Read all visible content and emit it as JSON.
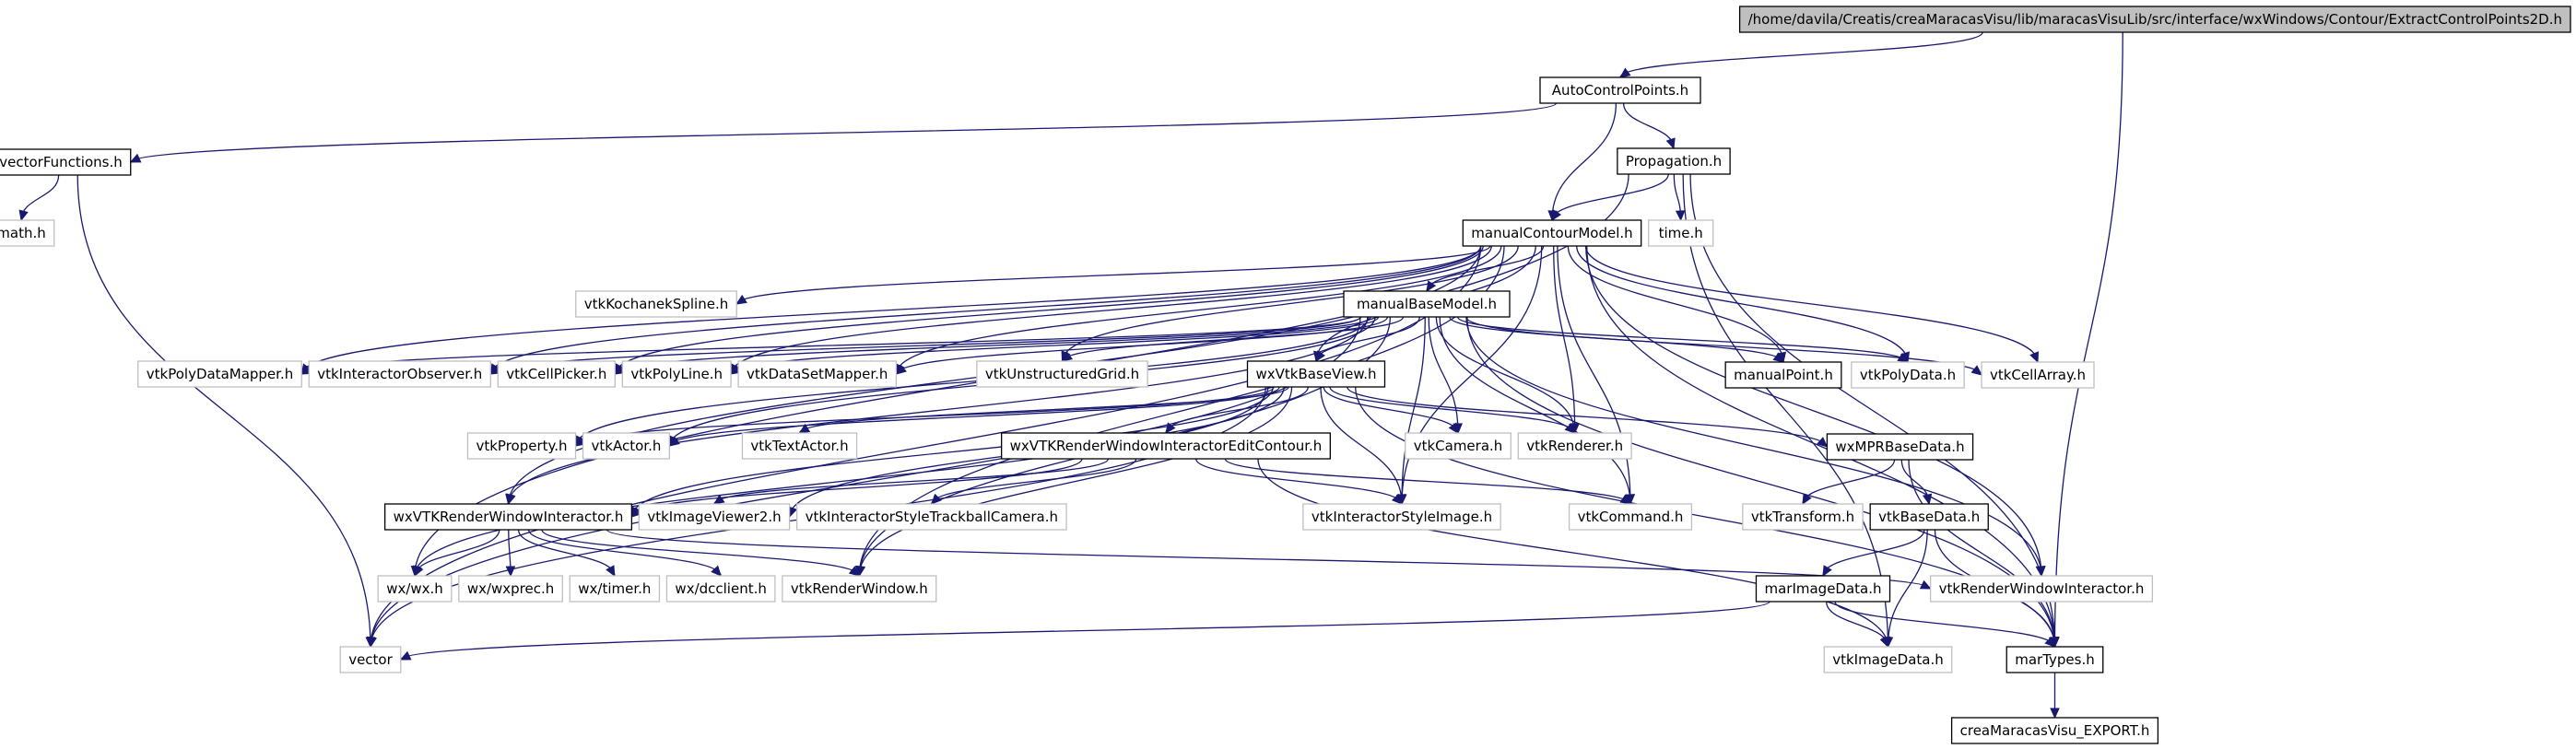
{
  "graph": {
    "title": "/home/davila/Creatis/creaMaracasVisu/lib/maracasVisuLib/src/interface/wxWindows/Contour/ExtractControlPoints2D.h",
    "edge_color": "#191970",
    "root_fill": "#bfbfbf",
    "external_border": "#bfbfbf",
    "nodes": [
      {
        "id": "root",
        "label": "/home/davila/Creatis/creaMaracasVisu/lib/maracasVisuLib/src/interface/wxWindows/Contour/ExtractControlPoints2D.h",
        "kind": "root"
      },
      {
        "id": "AutoControlPoints",
        "label": "AutoControlPoints.h",
        "kind": "local"
      },
      {
        "id": "vectorFunctions",
        "label": "vectorFunctions.h",
        "kind": "local"
      },
      {
        "id": "math",
        "label": "math.h",
        "kind": "external"
      },
      {
        "id": "Propagation",
        "label": "Propagation.h",
        "kind": "local"
      },
      {
        "id": "manualContourModel",
        "label": "manualContourModel.h",
        "kind": "local"
      },
      {
        "id": "time",
        "label": "time.h",
        "kind": "external"
      },
      {
        "id": "vtkKochanekSpline",
        "label": "vtkKochanekSpline.h",
        "kind": "external"
      },
      {
        "id": "manualBaseModel",
        "label": "manualBaseModel.h",
        "kind": "local"
      },
      {
        "id": "vtkPolyDataMapper",
        "label": "vtkPolyDataMapper.h",
        "kind": "external"
      },
      {
        "id": "vtkInteractorObserver",
        "label": "vtkInteractorObserver.h",
        "kind": "external"
      },
      {
        "id": "vtkCellPicker",
        "label": "vtkCellPicker.h",
        "kind": "external"
      },
      {
        "id": "vtkPolyLine",
        "label": "vtkPolyLine.h",
        "kind": "external"
      },
      {
        "id": "vtkDataSetMapper",
        "label": "vtkDataSetMapper.h",
        "kind": "external"
      },
      {
        "id": "vtkUnstructuredGrid",
        "label": "vtkUnstructuredGrid.h",
        "kind": "external"
      },
      {
        "id": "wxVtkBaseView",
        "label": "wxVtkBaseView.h",
        "kind": "local"
      },
      {
        "id": "manualPoint",
        "label": "manualPoint.h",
        "kind": "local"
      },
      {
        "id": "vtkPolyData",
        "label": "vtkPolyData.h",
        "kind": "external"
      },
      {
        "id": "vtkCellArray",
        "label": "vtkCellArray.h",
        "kind": "external"
      },
      {
        "id": "vtkProperty",
        "label": "vtkProperty.h",
        "kind": "external"
      },
      {
        "id": "vtkActor",
        "label": "vtkActor.h",
        "kind": "external"
      },
      {
        "id": "vtkTextActor",
        "label": "vtkTextActor.h",
        "kind": "external"
      },
      {
        "id": "wxVTKRWIEditContour",
        "label": "wxVTKRenderWindowInteractorEditContour.h",
        "kind": "local"
      },
      {
        "id": "vtkCamera",
        "label": "vtkCamera.h",
        "kind": "external"
      },
      {
        "id": "vtkRenderer",
        "label": "vtkRenderer.h",
        "kind": "external"
      },
      {
        "id": "wxMPRBaseData",
        "label": "wxMPRBaseData.h",
        "kind": "local"
      },
      {
        "id": "wxVTKRWI",
        "label": "wxVTKRenderWindowInteractor.h",
        "kind": "local"
      },
      {
        "id": "vtkImageViewer2",
        "label": "vtkImageViewer2.h",
        "kind": "external"
      },
      {
        "id": "vtkISTrackballCamera",
        "label": "vtkInteractorStyleTrackballCamera.h",
        "kind": "external"
      },
      {
        "id": "vtkISImage",
        "label": "vtkInteractorStyleImage.h",
        "kind": "external"
      },
      {
        "id": "vtkCommand",
        "label": "vtkCommand.h",
        "kind": "external"
      },
      {
        "id": "vtkTransform",
        "label": "vtkTransform.h",
        "kind": "external"
      },
      {
        "id": "vtkBaseData",
        "label": "vtkBaseData.h",
        "kind": "local"
      },
      {
        "id": "wxwx",
        "label": "wx/wx.h",
        "kind": "external"
      },
      {
        "id": "wxwxprec",
        "label": "wx/wxprec.h",
        "kind": "external"
      },
      {
        "id": "wxtimer",
        "label": "wx/timer.h",
        "kind": "external"
      },
      {
        "id": "wxdcclient",
        "label": "wx/dcclient.h",
        "kind": "external"
      },
      {
        "id": "vtkRenderWindow",
        "label": "vtkRenderWindow.h",
        "kind": "external"
      },
      {
        "id": "marImageData",
        "label": "marImageData.h",
        "kind": "local"
      },
      {
        "id": "vtkRWI",
        "label": "vtkRenderWindowInteractor.h",
        "kind": "external"
      },
      {
        "id": "vector",
        "label": "vector",
        "kind": "external"
      },
      {
        "id": "vtkImageData",
        "label": "vtkImageData.h",
        "kind": "external"
      },
      {
        "id": "marTypes",
        "label": "marTypes.h",
        "kind": "local"
      },
      {
        "id": "creaExport",
        "label": "creaMaracasVisu_EXPORT.h",
        "kind": "local"
      }
    ],
    "edges": [
      [
        "root",
        "AutoControlPoints"
      ],
      [
        "root",
        "marTypes"
      ],
      [
        "AutoControlPoints",
        "vectorFunctions"
      ],
      [
        "AutoControlPoints",
        "Propagation"
      ],
      [
        "AutoControlPoints",
        "manualContourModel"
      ],
      [
        "vectorFunctions",
        "math"
      ],
      [
        "vectorFunctions",
        "vector"
      ],
      [
        "Propagation",
        "manualContourModel"
      ],
      [
        "Propagation",
        "time"
      ],
      [
        "Propagation",
        "wxwx"
      ],
      [
        "Propagation",
        "vtkImageData"
      ],
      [
        "Propagation",
        "marTypes"
      ],
      [
        "manualContourModel",
        "manualBaseModel"
      ],
      [
        "manualContourModel",
        "vtkKochanekSpline"
      ],
      [
        "manualContourModel",
        "vtkPolyDataMapper"
      ],
      [
        "manualContourModel",
        "vtkInteractorObserver"
      ],
      [
        "manualContourModel",
        "vtkCellPicker"
      ],
      [
        "manualContourModel",
        "vtkPolyLine"
      ],
      [
        "manualContourModel",
        "vtkDataSetMapper"
      ],
      [
        "manualContourModel",
        "vtkUnstructuredGrid"
      ],
      [
        "manualContourModel",
        "wxVtkBaseView"
      ],
      [
        "manualContourModel",
        "manualPoint"
      ],
      [
        "manualContourModel",
        "vtkPolyData"
      ],
      [
        "manualContourModel",
        "vtkCellArray"
      ],
      [
        "manualContourModel",
        "vtkRenderer"
      ],
      [
        "manualContourModel",
        "vtkCommand"
      ],
      [
        "manualContourModel",
        "vtkRWI"
      ],
      [
        "manualContourModel",
        "vtkRenderWindow"
      ],
      [
        "manualContourModel",
        "vtkISImage"
      ],
      [
        "manualContourModel",
        "wxVTKRWI"
      ],
      [
        "manualContourModel",
        "vector"
      ],
      [
        "manualContourModel",
        "marTypes"
      ],
      [
        "manualBaseModel",
        "wxVtkBaseView"
      ],
      [
        "manualBaseModel",
        "vtkPolyDataMapper"
      ],
      [
        "manualBaseModel",
        "vtkInteractorObserver"
      ],
      [
        "manualBaseModel",
        "vtkCellPicker"
      ],
      [
        "manualBaseModel",
        "vtkPolyLine"
      ],
      [
        "manualBaseModel",
        "vtkDataSetMapper"
      ],
      [
        "manualBaseModel",
        "vtkUnstructuredGrid"
      ],
      [
        "manualBaseModel",
        "manualPoint"
      ],
      [
        "manualBaseModel",
        "vtkPolyData"
      ],
      [
        "manualBaseModel",
        "vtkCellArray"
      ],
      [
        "manualBaseModel",
        "vtkProperty"
      ],
      [
        "manualBaseModel",
        "vtkActor"
      ],
      [
        "manualBaseModel",
        "vtkCamera"
      ],
      [
        "manualBaseModel",
        "vtkRenderer"
      ],
      [
        "manualBaseModel",
        "vtkISImage"
      ],
      [
        "manualBaseModel",
        "vtkCommand"
      ],
      [
        "manualBaseModel",
        "vtkRenderWindow"
      ],
      [
        "manualBaseModel",
        "vtkRWI"
      ],
      [
        "manualBaseModel",
        "wxVTKRWI"
      ],
      [
        "manualBaseModel",
        "vector"
      ],
      [
        "manualBaseModel",
        "marTypes"
      ],
      [
        "wxVtkBaseView",
        "wxVTKRWIEditContour"
      ],
      [
        "wxVtkBaseView",
        "vtkProperty"
      ],
      [
        "wxVtkBaseView",
        "vtkActor"
      ],
      [
        "wxVtkBaseView",
        "vtkTextActor"
      ],
      [
        "wxVtkBaseView",
        "vtkCamera"
      ],
      [
        "wxVtkBaseView",
        "vtkRenderer"
      ],
      [
        "wxVtkBaseView",
        "wxMPRBaseData"
      ],
      [
        "wxVtkBaseView",
        "wxVTKRWI"
      ],
      [
        "wxVtkBaseView",
        "vtkImageViewer2"
      ],
      [
        "wxVtkBaseView",
        "vtkISImage"
      ],
      [
        "wxVtkBaseView",
        "vtkRenderWindow"
      ],
      [
        "wxVtkBaseView",
        "wxwx"
      ],
      [
        "wxVtkBaseView",
        "vector"
      ],
      [
        "wxVtkBaseView",
        "marTypes"
      ],
      [
        "wxVTKRWIEditContour",
        "wxVTKRWI"
      ],
      [
        "wxVTKRWIEditContour",
        "vtkImageViewer2"
      ],
      [
        "wxVTKRWIEditContour",
        "vtkISTrackballCamera"
      ],
      [
        "wxVTKRWIEditContour",
        "vtkISImage"
      ],
      [
        "wxVTKRWIEditContour",
        "vtkCommand"
      ],
      [
        "wxVTKRWIEditContour",
        "vtkImageData"
      ],
      [
        "wxVTKRWI",
        "wxwx"
      ],
      [
        "wxVTKRWI",
        "wxwxprec"
      ],
      [
        "wxVTKRWI",
        "wxtimer"
      ],
      [
        "wxVTKRWI",
        "wxdcclient"
      ],
      [
        "wxVTKRWI",
        "vtkRenderWindow"
      ],
      [
        "wxVTKRWI",
        "vtkRWI"
      ],
      [
        "wxMPRBaseData",
        "vtkTransform"
      ],
      [
        "wxMPRBaseData",
        "vtkBaseData"
      ],
      [
        "wxMPRBaseData",
        "marTypes"
      ],
      [
        "vtkBaseData",
        "marImageData"
      ],
      [
        "vtkBaseData",
        "vtkImageData"
      ],
      [
        "vtkBaseData",
        "marTypes"
      ],
      [
        "marImageData",
        "vtkImageData"
      ],
      [
        "marImageData",
        "vector"
      ],
      [
        "marImageData",
        "marTypes"
      ],
      [
        "marTypes",
        "creaExport"
      ]
    ]
  }
}
